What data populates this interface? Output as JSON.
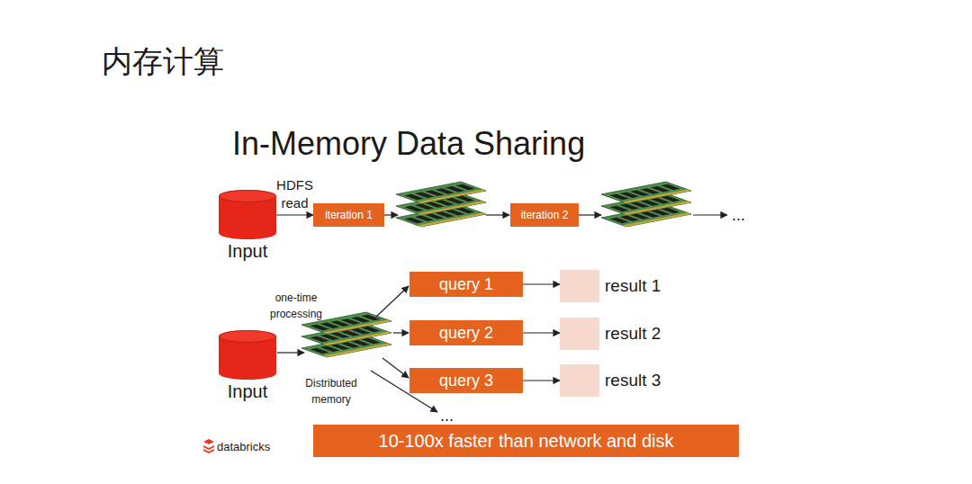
{
  "diagram": {
    "title": "内存计算",
    "nodes": [
      {
        "text": [
          "Input"
        ]
      },
      {
        "text": [
          "iteration 1"
        ]
      },
      {
        "text": [
          "iteration 2"
        ]
      },
      {
        "text": [
          "Input"
        ]
      },
      {
        "text": [
          "query 1"
        ]
      },
      {
        "text": [
          "result 1"
        ]
      },
      {
        "text": [
          "query 2"
        ]
      },
      {
        "text": [
          "result 2"
        ]
      },
      {
        "text": [
          "query 3"
        ]
      },
      {
        "text": [
          "result 3"
        ]
      },
      {
        "text": [
          "10-100x faster than network and disk"
        ]
      }
    ],
    "edges": [
      {
        "from": 0,
        "to": 1,
        "label": "HDFS read",
        "arrow": "to"
      },
      {
        "from": 4,
        "to": 5,
        "arrow": "to"
      },
      {
        "from": 6,
        "to": 7,
        "arrow": "to"
      },
      {
        "from": 8,
        "to": 9,
        "arrow": "to"
      }
    ],
    "labels": [
      "In-Memory Data Sharing",
      "one-time processing",
      "Distributed memory",
      "...",
      "...",
      "databricks"
    ]
  }
}
